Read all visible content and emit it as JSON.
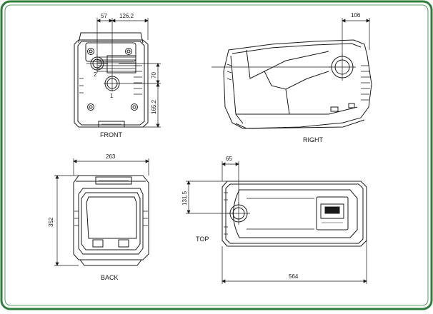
{
  "colors": {
    "frame": "#2f7d3a",
    "ink": "#1a1a1a"
  },
  "views": {
    "front": {
      "label": "FRONT",
      "dims": {
        "d1": "57",
        "d2": "126.2",
        "d3": "70",
        "d4": "165.2"
      },
      "marks": {
        "m1": "1",
        "m2": "2"
      }
    },
    "right": {
      "label": "RIGHT",
      "dims": {
        "d1": "106"
      }
    },
    "back": {
      "label": "BACK",
      "dims": {
        "d1": "263",
        "d2": "352"
      }
    },
    "top": {
      "label": "TOP",
      "dims": {
        "d1": "65",
        "d2": "131.5",
        "d3": "564"
      }
    }
  }
}
